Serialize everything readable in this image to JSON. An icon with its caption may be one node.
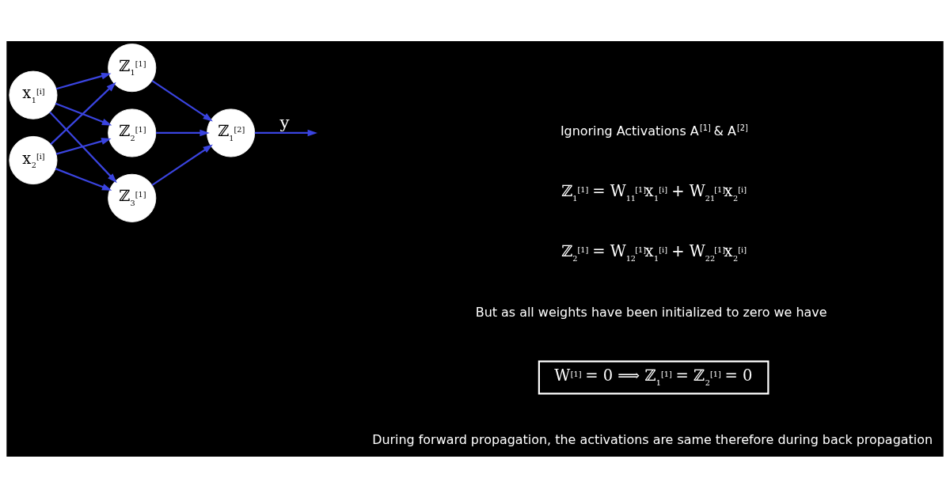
{
  "diagram": {
    "nodes": [
      {
        "text": [
          "x$_{1}$$^{[i]}$"
        ]
      },
      {
        "text": [
          "x$_{2}$$^{[i]}$"
        ]
      },
      {
        "text": [
          "ℤ$_{1}$$^{[1]}$"
        ]
      },
      {
        "text": [
          "ℤ$_{2}$$^{[1]}$"
        ]
      },
      {
        "text": [
          "ℤ$_{3}$$^{[1]}$"
        ]
      },
      {
        "text": [
          "ℤ$_{1}$$^{[2]}$"
        ]
      },
      {
        "text": [
          "W$^{[1]}$ = 0 ⟹ ℤ$_{1}$$^{[1]}$ = ℤ$_{2}$$^{[1]}$ = 0"
        ]
      }
    ],
    "edges": [
      {
        "from": 0,
        "to": 2,
        "arrow": "to"
      },
      {
        "from": 0,
        "to": 3,
        "arrow": "to"
      },
      {
        "from": 0,
        "to": 4,
        "arrow": "to"
      },
      {
        "from": 1,
        "to": 2,
        "arrow": "to"
      },
      {
        "from": 1,
        "to": 3,
        "arrow": "to"
      },
      {
        "from": 1,
        "to": 4,
        "arrow": "to"
      },
      {
        "from": 2,
        "to": 5,
        "arrow": "to"
      },
      {
        "from": 3,
        "to": 5,
        "arrow": "to"
      },
      {
        "from": 4,
        "to": 5,
        "arrow": "to"
      },
      {
        "from": 5,
        "to": null,
        "arrow": "to",
        "label": "y"
      }
    ],
    "labels": [
      "Ignoring Activations A$^{[1]}$ & A$^{[2]}$",
      "ℤ$_{1}$$^{[1]}$ = W$_{11}$$^{[1]}$x$_{1}$$^{[i]}$ + W$_{21}$$^{[1]}$x$_{2}$$^{[i]}$",
      "ℤ$_{2}$$^{[1]}$ = W$_{12}$$^{[1]}$x$_{1}$$^{[i]}$ + W$_{22}$$^{[1]}$x$_{2}$$^{[i]}$",
      "But as all weights have been initialized to zero we have",
      "During forward propagation, the activations are same therefore during back propagation"
    ]
  }
}
